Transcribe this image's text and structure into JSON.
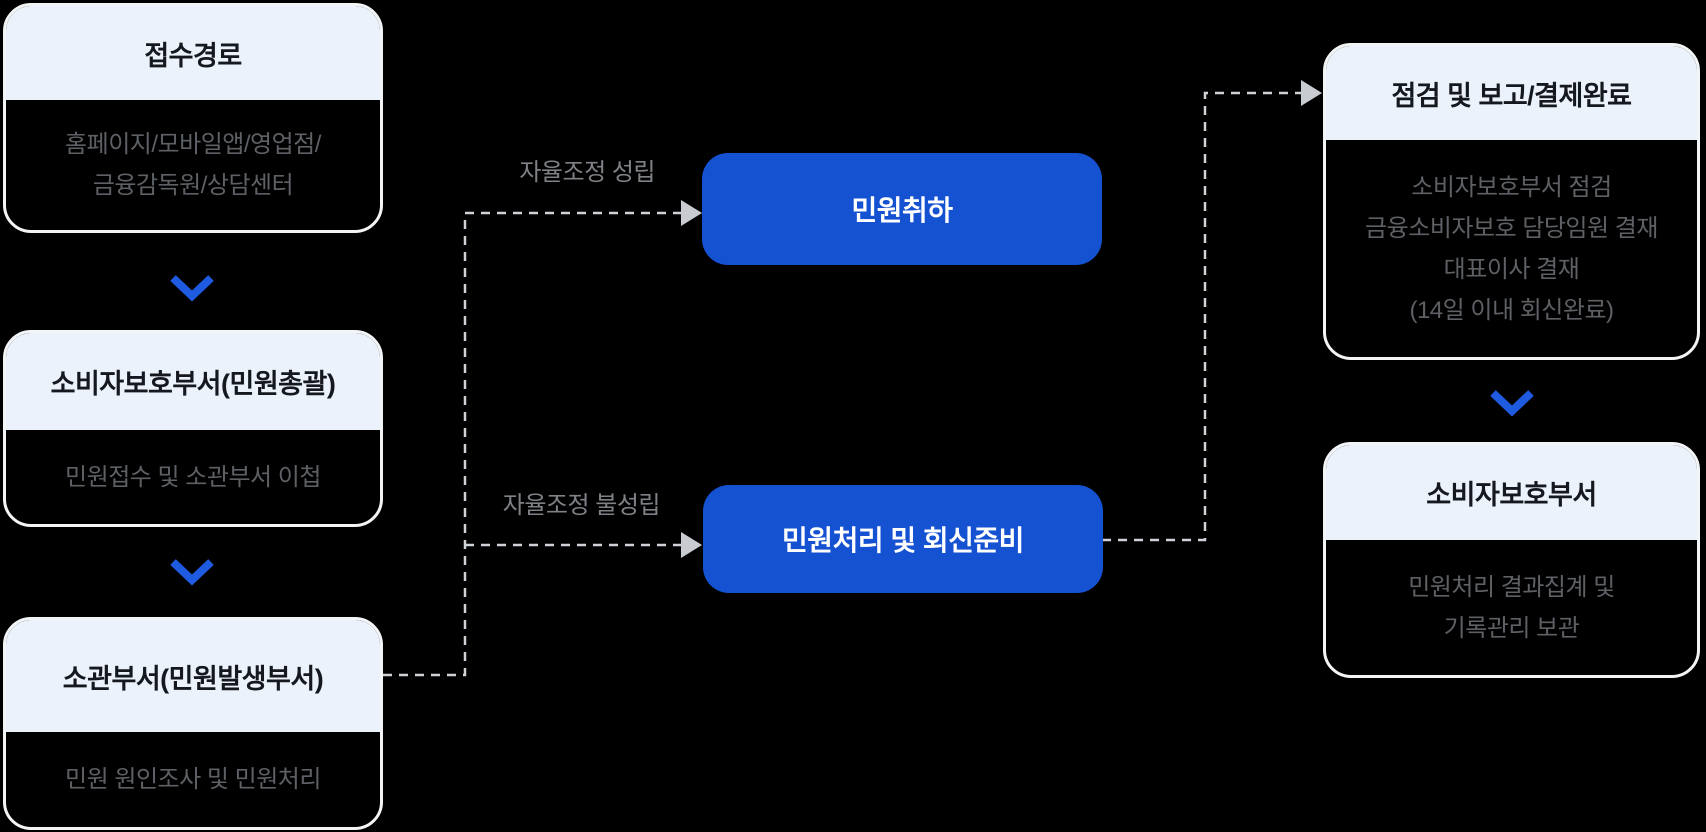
{
  "canvas": {
    "title": "민원처리 절차 흐름도",
    "background": "#000000"
  },
  "colors": {
    "action_blue": "#1552d2",
    "chevron_blue": "#1e5be1",
    "header_fill": "#ecf2fb",
    "header_text": "#15181e",
    "body_text": "#5d6064",
    "label_text": "#7e8186",
    "connector_gray": "#cfd2d6",
    "arrowhead_gray": "#c8cbd0",
    "box_border": "#f3f4f6"
  },
  "left_column": [
    {
      "title": "접수경로",
      "body_lines": [
        "홈페이지/모바일앱/영업점/",
        "금융감독원/상담센터"
      ]
    },
    {
      "title": "소비자보호부서(민원총괄)",
      "body_lines": [
        "민원접수 및 소관부서 이첩"
      ]
    },
    {
      "title": "소관부서(민원발생부서)",
      "body_lines": [
        "민원 원인조사 및 민원처리"
      ]
    }
  ],
  "actions": [
    {
      "label": "민원취하"
    },
    {
      "label": "민원처리 및 회신준비"
    }
  ],
  "branch_labels": [
    {
      "text": "자율조정 성립"
    },
    {
      "text": "자율조정 불성립"
    }
  ],
  "right_column": [
    {
      "title": "점검 및 보고/결제완료",
      "body_lines": [
        "소비자보호부서 점검",
        "금융소비자보호 담당임원 결재",
        "대표이사 결재",
        "(14일 이내 회신완료)"
      ]
    },
    {
      "title": "소비자보호부서",
      "body_lines": [
        "민원처리 결과집계 및",
        "기록관리 보관"
      ]
    }
  ]
}
